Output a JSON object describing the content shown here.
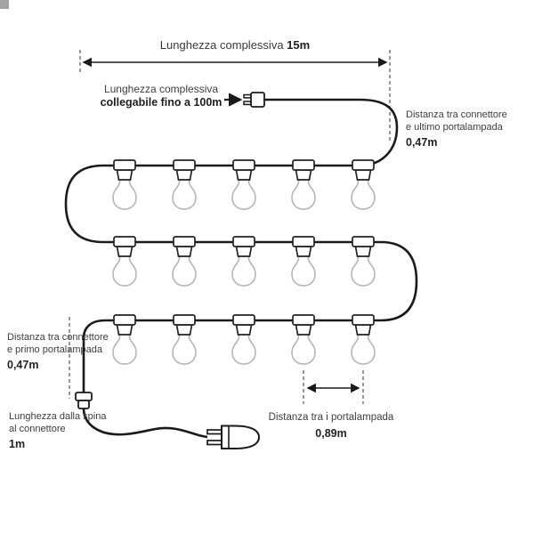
{
  "labels": {
    "total_length": {
      "text": "Lunghezza complessiva",
      "value": "15m"
    },
    "connectable": {
      "line1": "Lunghezza complessiva",
      "line2": "collegabile fino a 100m"
    },
    "last_socket": {
      "line1": "Distanza tra connettore",
      "line2": "e ultimo portalampada",
      "value": "0,47m"
    },
    "first_socket": {
      "line1": "Distanza tra connettore",
      "line2": "e primo portalampada",
      "value": "0,47m"
    },
    "plug_to_connector": {
      "line1": "Lunghezza dalla spina",
      "line2": "al connettore",
      "value": "1m"
    },
    "between_sockets": {
      "line1": "Distanza tra i portalampada",
      "value": "0,89m"
    }
  },
  "diagram": {
    "bulb_count": 15,
    "rows": 3,
    "bulbs_per_row": 5
  },
  "colors": {
    "cable": "#1a1a1a",
    "bulb_outline": "#b5b5b5",
    "dash": "#555555",
    "text": "#3d3d3d"
  }
}
